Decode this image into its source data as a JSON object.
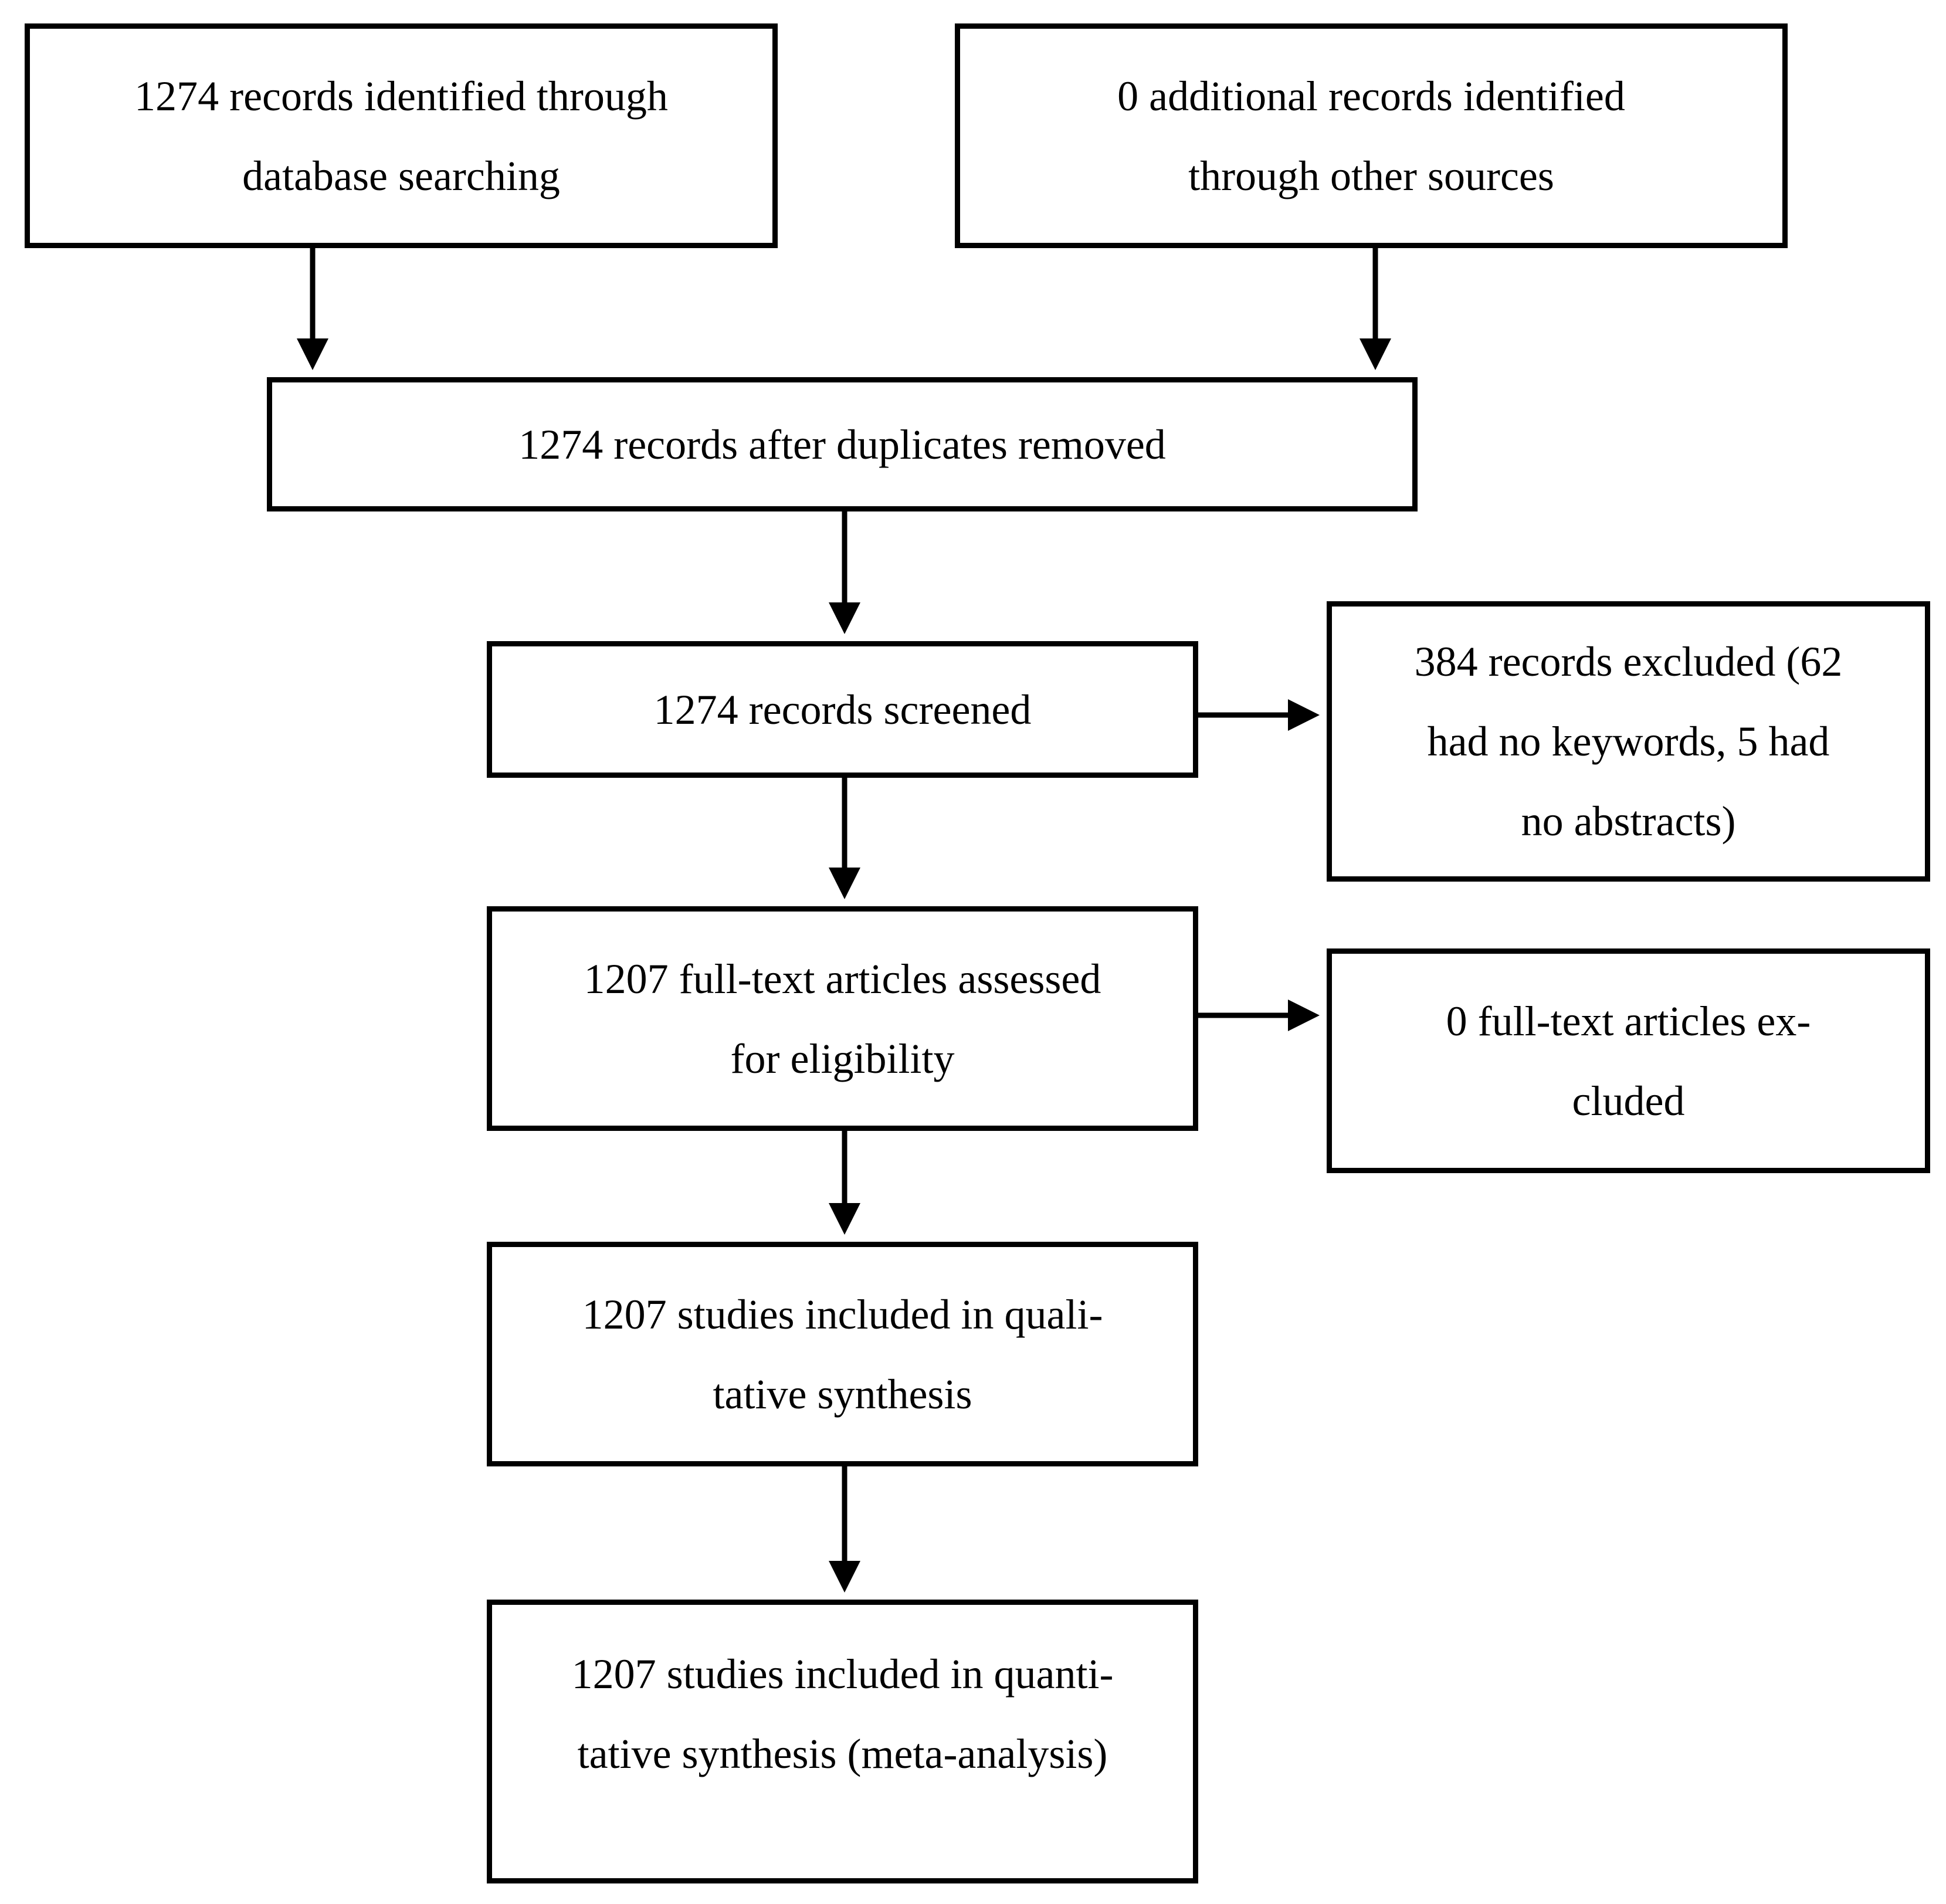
{
  "flowchart": {
    "boxes": {
      "identified_db": {
        "lines": [
          "1274 records identified through",
          "database searching"
        ]
      },
      "identified_other": {
        "lines": [
          "0 additional records identified",
          "through other sources"
        ]
      },
      "after_duplicates": {
        "lines": [
          "1274 records after duplicates removed"
        ]
      },
      "screened": {
        "lines": [
          "1274 records screened"
        ]
      },
      "excluded_records": {
        "lines": [
          "384 records excluded (62",
          "had no keywords, 5 had",
          "no abstracts)"
        ]
      },
      "assessed": {
        "lines": [
          "1207 full-text articles assessed",
          "for eligibility"
        ]
      },
      "excluded_fulltext": {
        "lines": [
          "0 full-text articles ex-",
          "cluded"
        ]
      },
      "qualitative": {
        "lines": [
          "1207 studies included in quali-",
          "tative synthesis"
        ]
      },
      "quantitative": {
        "lines": [
          "1207 studies included in quanti-",
          "tative synthesis (meta-analysis)"
        ]
      }
    },
    "arrows": [
      {
        "from": "identified_db",
        "to": "after_duplicates"
      },
      {
        "from": "identified_other",
        "to": "after_duplicates"
      },
      {
        "from": "after_duplicates",
        "to": "screened"
      },
      {
        "from": "screened",
        "to": "excluded_records"
      },
      {
        "from": "screened",
        "to": "assessed"
      },
      {
        "from": "assessed",
        "to": "excluded_fulltext"
      },
      {
        "from": "assessed",
        "to": "qualitative"
      },
      {
        "from": "qualitative",
        "to": "quantitative"
      }
    ]
  }
}
